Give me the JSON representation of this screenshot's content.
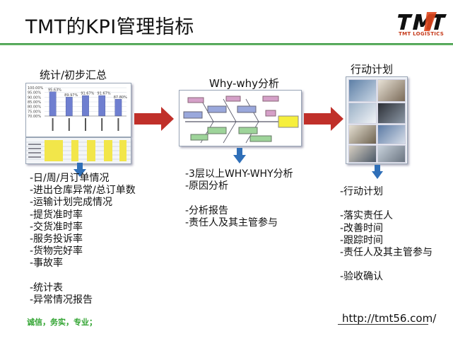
{
  "title": "TMT的KPI管理指标",
  "logo": {
    "brand": "TMT",
    "tagline": "TMT LOGISTICS"
  },
  "sections": {
    "stats": {
      "heading": "统计/初步汇总",
      "lines": [
        "-日/周/月订单情况",
        "-进出仓库异常/总订单数",
        "-运输计划完成情况",
        "-提货准时率",
        "-交货准时率",
        "-服务投诉率",
        "-货物完好率",
        "-事故率",
        "",
        "-统计表",
        "-异常情况报告"
      ]
    },
    "analysis": {
      "heading": "Why-why分析",
      "lines": [
        "-3层以上WHY-WHY分析",
        "-原因分析",
        "",
        "-分析报告",
        "-责任人及其主管参与"
      ]
    },
    "action": {
      "heading": "行动计划",
      "lines": [
        "-行动计划",
        "",
        "-落实责任人",
        "-改善时间",
        "-跟踪时间",
        "-责任人及其主管参与",
        "",
        "-验收确认"
      ]
    }
  },
  "mini_chart": {
    "y_ticks": [
      "100.00%",
      "95.00%",
      "90.00%",
      "85.00%",
      "80.00%",
      "75.00%",
      "70.00%"
    ],
    "values": [
      95.63,
      89.97,
      91.67,
      91.67,
      87.8
    ],
    "value_labels": [
      "95.63%",
      "89.97%",
      "91.67%",
      "91.67%",
      "87.80%"
    ]
  },
  "slogan": "诚信，务实，专业；",
  "url": "http://tmt56.com/",
  "colors": {
    "accent_green": "#2f8f3a",
    "arrow_red": "#c0302a",
    "arrow_blue": "#2f6fb8",
    "slogan_green": "#2fa32f",
    "logo_red": "#c63a1a"
  }
}
